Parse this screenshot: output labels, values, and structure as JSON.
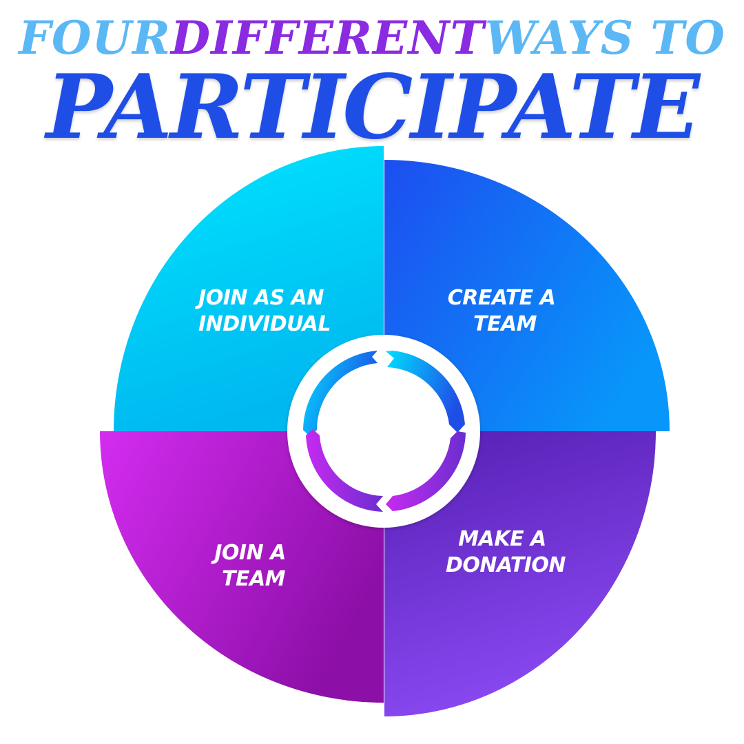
{
  "title": {
    "line1": [
      {
        "text": "FOUR ",
        "color": "#5bb8f5"
      },
      {
        "text": "DIFFERENT",
        "color": "#8a2be2"
      },
      {
        "text": " WAYS TO",
        "color": "#5bb8f5"
      }
    ],
    "line2": {
      "text": "PARTICIPATE",
      "color": "#1f4ee6"
    }
  },
  "quadrants": [
    {
      "key": "top-left",
      "lines": [
        "JOIN AS AN",
        "INDIVIDUAL"
      ],
      "color_start": "#00e5ff",
      "color_end": "#00b8f0"
    },
    {
      "key": "top-right",
      "lines": [
        "CREATE A",
        "TEAM"
      ],
      "color_start": "#1d4ef0",
      "color_end": "#0896fa"
    },
    {
      "key": "bottom-right",
      "lines": [
        "MAKE A",
        "DONATION"
      ],
      "color_start": "#5a22b8",
      "color_end": "#8e4cf7"
    },
    {
      "key": "bottom-left",
      "lines": [
        "JOIN A",
        "TEAM"
      ],
      "color_start": "#d42cf0",
      "color_end": "#8c0fa8"
    }
  ],
  "center_icon": "cycle-arrows-icon",
  "colors": {
    "center_ring": "#ffffff",
    "arrow_top": "#1f7cf5",
    "arrow_bottom": "#9b30e6"
  }
}
